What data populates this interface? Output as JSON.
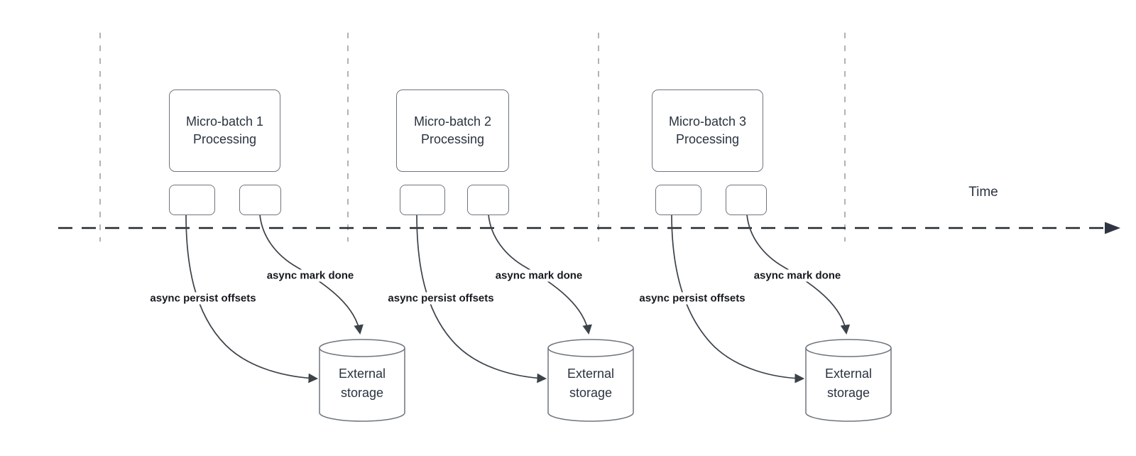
{
  "timeline": {
    "label": "Time"
  },
  "batches": [
    {
      "box_title": "Micro-batch 1",
      "box_subtitle": "Processing",
      "persist_label": "async persist offsets",
      "done_label": "async mark done",
      "storage_line1": "External",
      "storage_line2": "storage"
    },
    {
      "box_title": "Micro-batch 2",
      "box_subtitle": "Processing",
      "persist_label": "async persist offsets",
      "done_label": "async mark done",
      "storage_line1": "External",
      "storage_line2": "storage"
    },
    {
      "box_title": "Micro-batch 3",
      "box_subtitle": "Processing",
      "persist_label": "async persist offsets",
      "done_label": "async mark done",
      "storage_line1": "External",
      "storage_line2": "storage"
    }
  ],
  "colors": {
    "background": "#ffffff",
    "guide_line": "#b3b3b3",
    "time_axis": "#24292e",
    "arrow_curve": "#3b4248",
    "shape_stroke": "#6e757e",
    "shape_text": "#2b3340",
    "edge_label_text": "#16191f"
  }
}
